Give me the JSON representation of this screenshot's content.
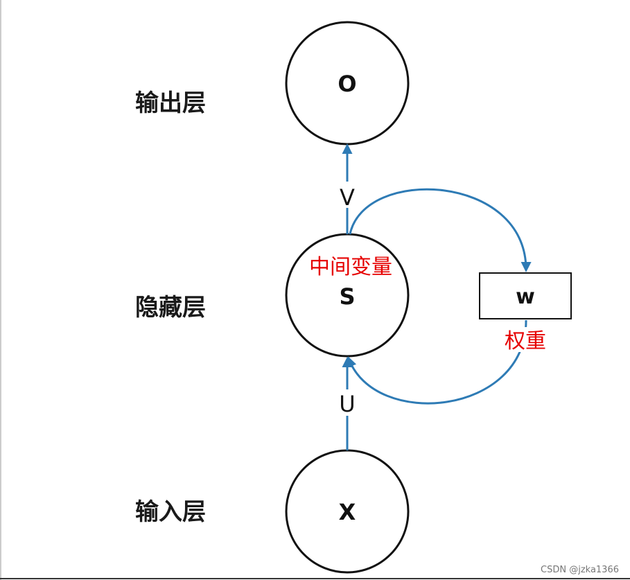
{
  "layers": {
    "output": "输出层",
    "hidden": "隐藏层",
    "input": "输入层"
  },
  "nodes": {
    "output": "O",
    "hidden": "S",
    "input": "X"
  },
  "edges": {
    "input_to_hidden": "U",
    "hidden_to_output": "V"
  },
  "weight_box": {
    "label": "w",
    "annotation": "权重"
  },
  "hidden_annotation": "中间变量",
  "watermark": "CSDN @jzka1366",
  "colors": {
    "arrow": "#2e7bb5",
    "annotation": "#e60000",
    "stroke": "#111111"
  }
}
